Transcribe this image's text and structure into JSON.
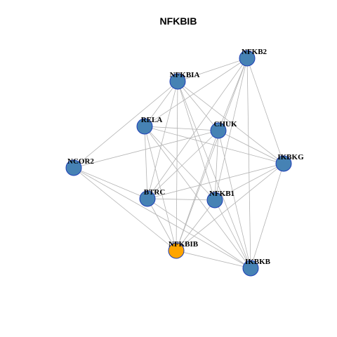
{
  "title": "NFKBIB",
  "colors": {
    "node_default": "#4682b4",
    "node_focus": "#ffa500",
    "node_border": "#1f3fb7",
    "edge": "#b3b3b3"
  },
  "focus_node": "NFKBIB",
  "nodes": [
    "NFKB2",
    "NFKBIA",
    "RELA",
    "CHUK",
    "NCOR2",
    "IKBKG",
    "BTRC",
    "NFKB1",
    "NFKBIB",
    "IKBKB"
  ],
  "edges": [
    [
      "NFKB2",
      "NFKBIA"
    ],
    [
      "NFKB2",
      "RELA"
    ],
    [
      "NFKB2",
      "CHUK"
    ],
    [
      "NFKB2",
      "IKBKG"
    ],
    [
      "NFKB2",
      "BTRC"
    ],
    [
      "NFKB2",
      "NFKB1"
    ],
    [
      "NFKB2",
      "NFKBIB"
    ],
    [
      "NFKB2",
      "IKBKB"
    ],
    [
      "NFKBIA",
      "RELA"
    ],
    [
      "NFKBIA",
      "CHUK"
    ],
    [
      "NFKBIA",
      "NCOR2"
    ],
    [
      "NFKBIA",
      "IKBKG"
    ],
    [
      "NFKBIA",
      "BTRC"
    ],
    [
      "NFKBIA",
      "NFKB1"
    ],
    [
      "NFKBIA",
      "NFKBIB"
    ],
    [
      "NFKBIA",
      "IKBKB"
    ],
    [
      "RELA",
      "CHUK"
    ],
    [
      "RELA",
      "IKBKG"
    ],
    [
      "RELA",
      "BTRC"
    ],
    [
      "RELA",
      "NFKB1"
    ],
    [
      "RELA",
      "NFKBIB"
    ],
    [
      "RELA",
      "IKBKB"
    ],
    [
      "CHUK",
      "NCOR2"
    ],
    [
      "CHUK",
      "IKBKG"
    ],
    [
      "CHUK",
      "BTRC"
    ],
    [
      "CHUK",
      "NFKB1"
    ],
    [
      "CHUK",
      "NFKBIB"
    ],
    [
      "CHUK",
      "IKBKB"
    ],
    [
      "NCOR2",
      "BTRC"
    ],
    [
      "NCOR2",
      "NFKBIB"
    ],
    [
      "NCOR2",
      "IKBKB"
    ],
    [
      "IKBKG",
      "BTRC"
    ],
    [
      "IKBKG",
      "NFKB1"
    ],
    [
      "IKBKG",
      "NFKBIB"
    ],
    [
      "IKBKG",
      "IKBKB"
    ],
    [
      "BTRC",
      "NFKB1"
    ],
    [
      "BTRC",
      "NFKBIB"
    ],
    [
      "BTRC",
      "IKBKB"
    ],
    [
      "NFKB1",
      "NFKBIB"
    ],
    [
      "NFKB1",
      "IKBKB"
    ],
    [
      "NFKBIB",
      "IKBKB"
    ]
  ]
}
